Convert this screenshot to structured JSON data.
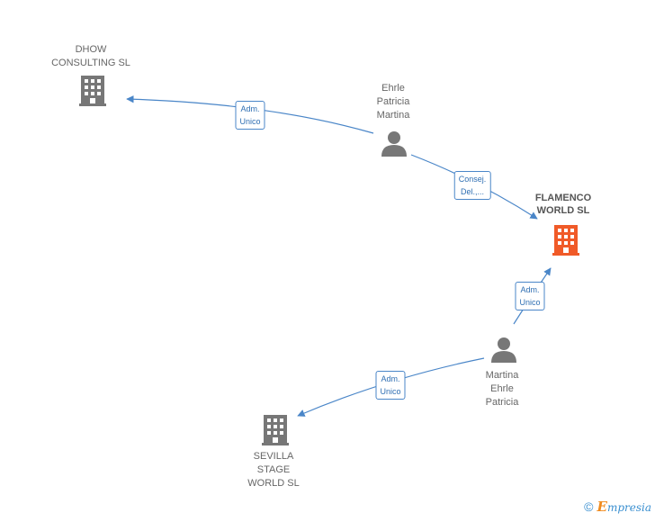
{
  "nodes": {
    "dhow": {
      "lines": [
        "DHOW",
        "CONSULTING SL"
      ],
      "type": "company",
      "color": "#777777"
    },
    "ehrle1": {
      "lines": [
        "Ehrle",
        "Patricia",
        "Martina"
      ],
      "type": "person",
      "color": "#777777"
    },
    "flamenco": {
      "lines": [
        "FLAMENCO",
        "WORLD SL"
      ],
      "type": "company",
      "color": "#f05a28"
    },
    "martina": {
      "lines": [
        "Martina",
        "Ehrle",
        "Patricia"
      ],
      "type": "person",
      "color": "#777777"
    },
    "sevilla": {
      "lines": [
        "SEVILLA",
        "STAGE",
        "WORLD SL"
      ],
      "type": "company",
      "color": "#777777"
    }
  },
  "edges": [
    {
      "id": "e1",
      "lines": [
        "Adm.",
        "Unico"
      ]
    },
    {
      "id": "e2",
      "lines": [
        "Consej.",
        "Del.,..."
      ]
    },
    {
      "id": "e3",
      "lines": [
        "Adm.",
        "Unico"
      ]
    },
    {
      "id": "e4",
      "lines": [
        "Adm.",
        "Unico"
      ]
    }
  ],
  "colors": {
    "edge": "#4a86c8",
    "icon": "#777777",
    "main": "#f05a28"
  },
  "footer": {
    "copyright": "©",
    "brand_first": "E",
    "brand_rest": "mpresia"
  }
}
